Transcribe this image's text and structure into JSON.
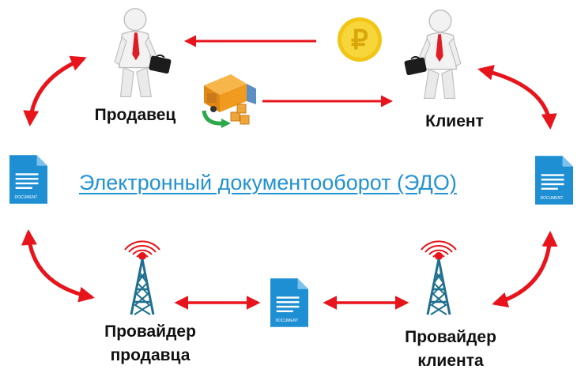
{
  "title": "Электронный документооборот (ЭДО)",
  "nodes": {
    "seller": "Продавец",
    "client": "Клиент",
    "seller_provider_line1": "Провайдер",
    "seller_provider_line2": "продавца",
    "client_provider_line1": "Провайдер",
    "client_provider_line2": "клиента"
  },
  "document_text": "DOCUMENT",
  "currency_symbol": "₽",
  "colors": {
    "arrow": "#e8141c",
    "document": "#1e8fd3",
    "tower": "#1f6f8f",
    "signal": "#e8141c",
    "coin": "#f2c514",
    "title": "#2392d3",
    "truck": "#f09a20"
  }
}
